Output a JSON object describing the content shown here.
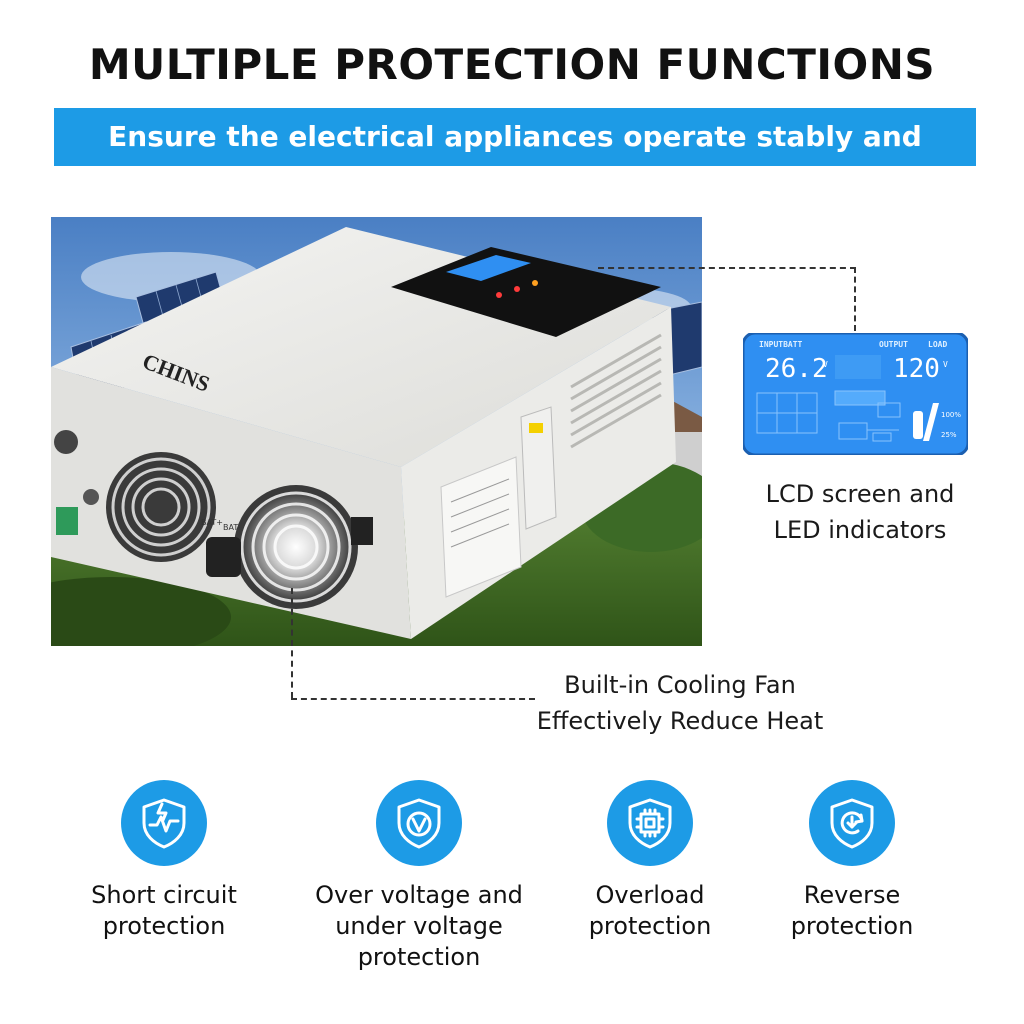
{
  "header": {
    "title": "MULTIPLE PROTECTION FUNCTIONS",
    "subtitle": "Ensure the electrical appliances operate stably and securely"
  },
  "product": {
    "brand": "CHINS",
    "port_labels": [
      "BAT+",
      "BAT-"
    ]
  },
  "lcd": {
    "left_label": "INPUTBATT",
    "left_value": "26.2",
    "left_unit": "V",
    "output_label": "OUTPUT",
    "load_label": "LOAD",
    "right_value": "120",
    "right_unit": "V",
    "pct_high": "100%",
    "pct_low": "25%"
  },
  "callouts": {
    "lcd_line1": "LCD screen and",
    "lcd_line2": "LED indicators",
    "fan_line1": "Built-in Cooling Fan",
    "fan_line2": "Effectively Reduce Heat"
  },
  "features": [
    {
      "icon": "short-circuit-shield-icon",
      "lines": [
        "Short circuit",
        "protection"
      ]
    },
    {
      "icon": "voltage-shield-icon",
      "lines": [
        "Over voltage and",
        "under voltage",
        "protection"
      ]
    },
    {
      "icon": "overload-chip-icon",
      "lines": [
        "Overload",
        "protection"
      ]
    },
    {
      "icon": "reverse-shield-icon",
      "lines": [
        "Reverse",
        "protection"
      ]
    }
  ],
  "colors": {
    "accent": "#1d9be6",
    "lcd_blue": "#2f8ff2"
  }
}
